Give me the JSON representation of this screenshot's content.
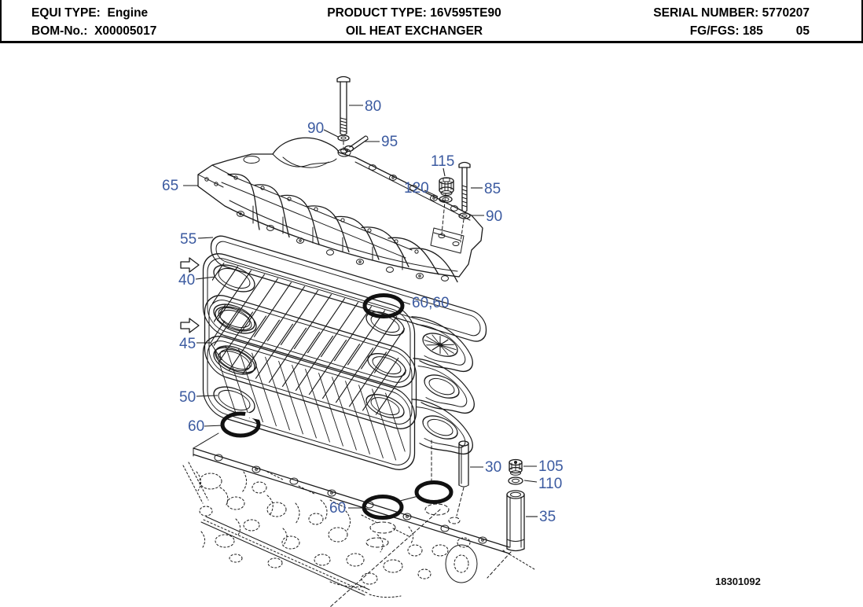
{
  "page": {
    "background": "#ffffff",
    "line_color": "#1a1a1a",
    "callout_color": "#3b5aa0"
  },
  "header": {
    "equi_type_label": "EQUI TYPE:",
    "equi_type_value": "Engine",
    "product_type_label": "PRODUCT TYPE:",
    "product_type_value": "16V595TE90",
    "serial_label": "SERIAL NUMBER:",
    "serial_value": "5770207",
    "bom_label": "BOM-No.:",
    "bom_value": "X00005017",
    "assembly_title": "OIL HEAT EXCHANGER",
    "fg_label": "FG/FGS:",
    "fg_value": "185",
    "fgs_value": "05"
  },
  "drawing_number": "18301092",
  "icons": {
    "flow_arrow": "right-outline-arrow"
  },
  "callouts": {
    "c80": "80",
    "c90a": "90",
    "c95": "95",
    "c115": "115",
    "c120": "120",
    "c85": "85",
    "c90b": "90",
    "c65": "65",
    "c55": "55",
    "c40": "40",
    "c6060": "60,60",
    "c45": "45",
    "c50": "50",
    "c60a": "60",
    "c60b": "60",
    "c30": "30",
    "c105": "105",
    "c110": "110",
    "c35": "35"
  }
}
